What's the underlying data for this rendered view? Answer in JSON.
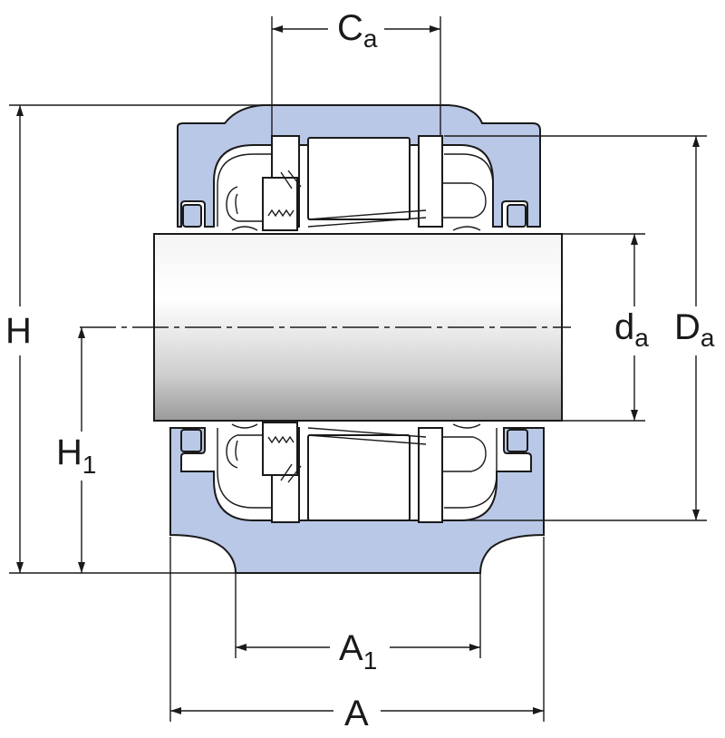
{
  "diagram": {
    "labels": {
      "ca": {
        "main": "C",
        "sub": "a"
      },
      "h": {
        "main": "H"
      },
      "h1": {
        "main": "H",
        "sub": "1"
      },
      "da_small": {
        "main": "d",
        "sub": "a"
      },
      "da_big": {
        "main": "D",
        "sub": "a"
      },
      "a1": {
        "main": "A",
        "sub": "1"
      },
      "a": {
        "main": "A"
      }
    },
    "colors": {
      "housing": "#b9c8e6",
      "shaft_light": "#f4f4f4",
      "shaft_dark": "#9a9a9a",
      "line": "#1a1a1a",
      "background": "#ffffff"
    }
  }
}
